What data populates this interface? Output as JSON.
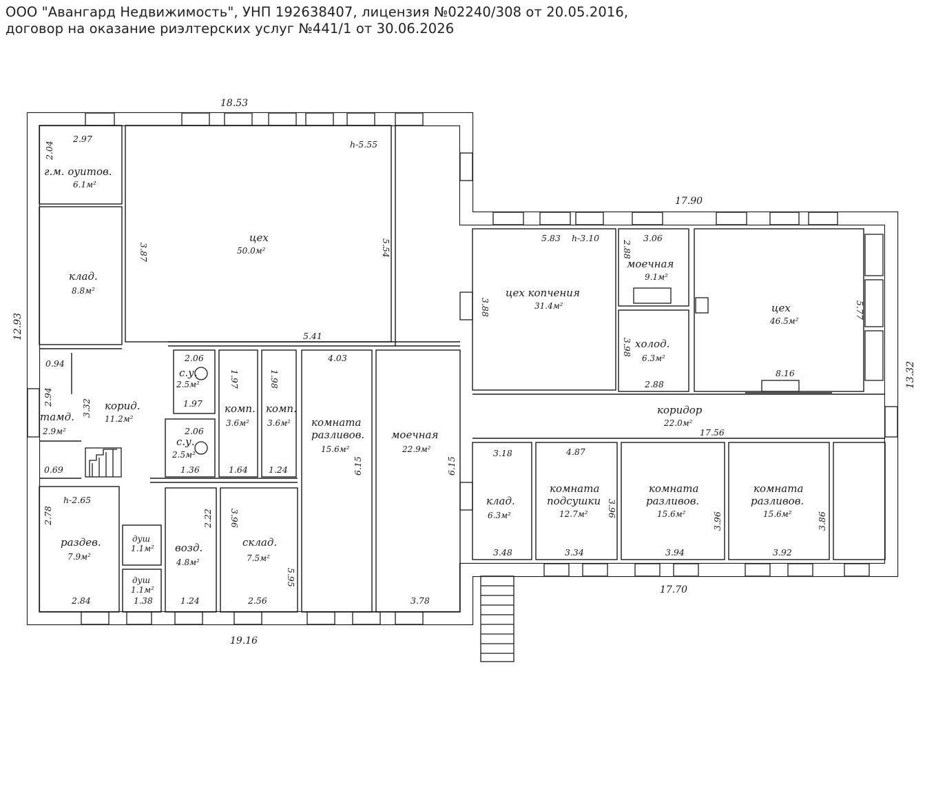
{
  "header": {
    "line1": "ООО \"Авангард Недвижимость\", УНП 192638407, лицензия №02240/308 от 20.05.2016,",
    "line2": "договор на оказание риэлтерских услуг №441/1 от 30.06.2026"
  },
  "outer_dims": {
    "top_left": "18.53",
    "top_right": "17.90",
    "left": "12.93",
    "bottom_left": "19.16",
    "bottom_right": "17.70",
    "right": "13.32"
  },
  "rooms": [
    {
      "id": "r1",
      "name": "г.м. оуитов.",
      "area": "6.1м²",
      "dims": [
        "2.97",
        "2.04"
      ]
    },
    {
      "id": "r2",
      "name": "клад.",
      "area": "8.8м²",
      "dims": [
        "3.87"
      ]
    },
    {
      "id": "r3",
      "name": "цех",
      "area": "50.0м²",
      "dims": [
        "h-5.55",
        "5.54",
        "5.41"
      ]
    },
    {
      "id": "r4",
      "name": "тамд.",
      "area": "2.9м²",
      "dims": [
        "0.94",
        "2.94",
        "3.32",
        "0.69"
      ]
    },
    {
      "id": "r5",
      "name": "корид.",
      "area": "11.2м²",
      "dims": []
    },
    {
      "id": "r6",
      "name": "с.у.",
      "area": "2.5м²",
      "dims": [
        "2.06",
        "1.97"
      ]
    },
    {
      "id": "r7",
      "name": "с.у.",
      "area": "2.5м²",
      "dims": [
        "2.06",
        "1.36"
      ]
    },
    {
      "id": "r8",
      "name": "комп.",
      "area": "3.6м²",
      "dims": [
        "1.97",
        "1.64"
      ]
    },
    {
      "id": "r9",
      "name": "комп.",
      "area": "3.6м²",
      "dims": [
        "1.98",
        "1.24"
      ]
    },
    {
      "id": "r10",
      "name": "комната разливов.",
      "area": "15.6м²",
      "dims": [
        "4.03",
        "6.15"
      ]
    },
    {
      "id": "r11",
      "name": "моечная",
      "area": "22.9м²",
      "dims": [
        "6.15",
        "3.78"
      ]
    },
    {
      "id": "r12",
      "name": "раздев.",
      "area": "7.9м²",
      "dims": [
        "h-2.65",
        "2.78",
        "2.84"
      ]
    },
    {
      "id": "r13",
      "name": "душ",
      "area": "1.1м²",
      "dims": []
    },
    {
      "id": "r14",
      "name": "душ",
      "area": "1.1м²",
      "dims": [
        "1.38"
      ]
    },
    {
      "id": "r15",
      "name": "возд.",
      "area": "4.8м²",
      "dims": [
        "2.22",
        "1.24"
      ]
    },
    {
      "id": "r16",
      "name": "склад.",
      "area": "7.5м²",
      "dims": [
        "3.96",
        "5.95",
        "2.56"
      ]
    },
    {
      "id": "r17",
      "name": "цех копчения",
      "area": "31.4м²",
      "dims": [
        "5.83",
        "h-3.10",
        "3.88"
      ]
    },
    {
      "id": "r18",
      "name": "моечная",
      "area": "9.1м²",
      "dims": [
        "3.06",
        "2.88"
      ]
    },
    {
      "id": "r19",
      "name": "холод.",
      "area": "6.3м²",
      "dims": [
        "3.98",
        "2.88"
      ]
    },
    {
      "id": "r20",
      "name": "цех",
      "area": "46.5м²",
      "dims": [
        "5.77",
        "8.16"
      ]
    },
    {
      "id": "r21",
      "name": "коридор",
      "area": "22.0м²",
      "dims": [
        "17.56"
      ]
    },
    {
      "id": "r22",
      "name": "клад.",
      "area": "6.3м²",
      "dims": [
        "3.18",
        "3.48"
      ]
    },
    {
      "id": "r23",
      "name": "комната подсушки",
      "area": "12.7м²",
      "dims": [
        "4.87",
        "3.96",
        "3.34"
      ]
    },
    {
      "id": "r24",
      "name": "комната разливов.",
      "area": "15.6м²",
      "dims": [
        "3.96",
        "3.94"
      ]
    },
    {
      "id": "r25",
      "name": "комната разливов.",
      "area": "15.6м²",
      "dims": [
        "3.86",
        "3.92"
      ]
    }
  ]
}
